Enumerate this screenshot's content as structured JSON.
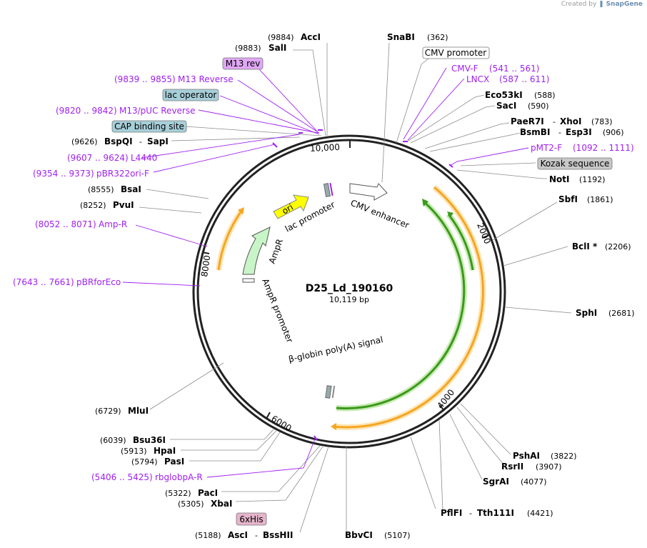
{
  "watermark": {
    "prefix": "Created by",
    "brand": "SnapGene"
  },
  "plasmid": {
    "name": "D25_Ld_190160",
    "size": "10,119 bp"
  },
  "ticks": [
    "10,000",
    "2000",
    "4000",
    "6000",
    "8000"
  ],
  "enzymes": [
    {
      "name": "AccI",
      "pos": "(9884)"
    },
    {
      "name": "SalI",
      "pos": "(9883)"
    },
    {
      "name": "SnaBI",
      "pos": "(362)"
    },
    {
      "name": "Eco53kI",
      "pos": "(588)"
    },
    {
      "name": "SacI",
      "pos": "(590)"
    },
    {
      "name": "PaeR7I",
      "sep": "-",
      "name2": "XhoI",
      "pos": "(783)"
    },
    {
      "name": "BsmBI",
      "sep": "-",
      "name2": "Esp3I",
      "pos": "(906)"
    },
    {
      "name": "NotI",
      "pos": "(1192)"
    },
    {
      "name": "SbfI",
      "pos": "(1861)"
    },
    {
      "name": "BclI *",
      "pos": "(2206)"
    },
    {
      "name": "SphI",
      "pos": "(2681)"
    },
    {
      "name": "PshAI",
      "pos": "(3822)"
    },
    {
      "name": "RsrII",
      "pos": "(3907)"
    },
    {
      "name": "SgrAI",
      "pos": "(4077)"
    },
    {
      "name": "PflFI",
      "sep": "-",
      "name2": "Tth111I",
      "pos": "(4421)"
    },
    {
      "name": "BbvCI",
      "pos": "(5107)"
    },
    {
      "name": "AscI",
      "sep": "-",
      "name2": "BssHII",
      "pos": "(5188)"
    },
    {
      "name": "XbaI",
      "pos": "(5305)"
    },
    {
      "name": "PacI",
      "pos": "(5322)"
    },
    {
      "name": "PasI",
      "pos": "(5794)"
    },
    {
      "name": "HpaI",
      "pos": "(5913)"
    },
    {
      "name": "Bsu36I",
      "pos": "(6039)"
    },
    {
      "name": "MluI",
      "pos": "(6729)"
    },
    {
      "name": "PvuI",
      "pos": "(8252)"
    },
    {
      "name": "BsaI",
      "pos": "(8555)"
    },
    {
      "name": "BspQI",
      "sep": "-",
      "name2": "SapI",
      "pos": "(9626)"
    }
  ],
  "primers": [
    {
      "range": "(9839 .. 9855)",
      "name": "M13 Reverse"
    },
    {
      "range": "(9820 .. 9842)",
      "name": "M13/pUC Reverse"
    },
    {
      "range": "(9607 .. 9624)",
      "name": "L4440"
    },
    {
      "range": "(9354 .. 9373)",
      "name": "pBR322ori-F"
    },
    {
      "range": "(8052 .. 8071)",
      "name": "Amp-R"
    },
    {
      "range": "(7643 .. 7661)",
      "name": "pBRforEco"
    },
    {
      "range": "(5406 .. 5425)",
      "name": "rbglobpA-R"
    },
    {
      "name": "CMV-F",
      "range": "(541 .. 561)"
    },
    {
      "name": "LNCX",
      "range": "(587 .. 611)"
    },
    {
      "name": "pMT2-F",
      "range": "(1092 .. 1111)"
    }
  ],
  "boxed_features": {
    "cmv_promoter": "CMV promoter",
    "m13_rev": "M13 rev",
    "lac_operator": "lac operator",
    "cap_site": "CAP binding site",
    "kozak": "Kozak sequence",
    "his_tag": "6xHis"
  },
  "inner_features": {
    "ori": "ori",
    "lac_promoter": "lac promoter",
    "cmv_enhancer": "CMV enhancer",
    "ampr": "AmpR",
    "ampr_promoter": "AmpR promoter",
    "bglobin": "β-globin poly(A) signal"
  },
  "colors": {
    "backbone": "#222222",
    "orange_orf": "#f5a623",
    "green_orf": "#3a9a1a",
    "ampr_fill": "#c8f5c8",
    "ori_fill": "#ffff00",
    "primer": "#a020f0",
    "boxed_blue": "#a7cfd9",
    "boxed_purple": "#e0a8f5",
    "boxed_gray": "#c8c8c8",
    "boxed_pink": "#e5b4cb"
  }
}
